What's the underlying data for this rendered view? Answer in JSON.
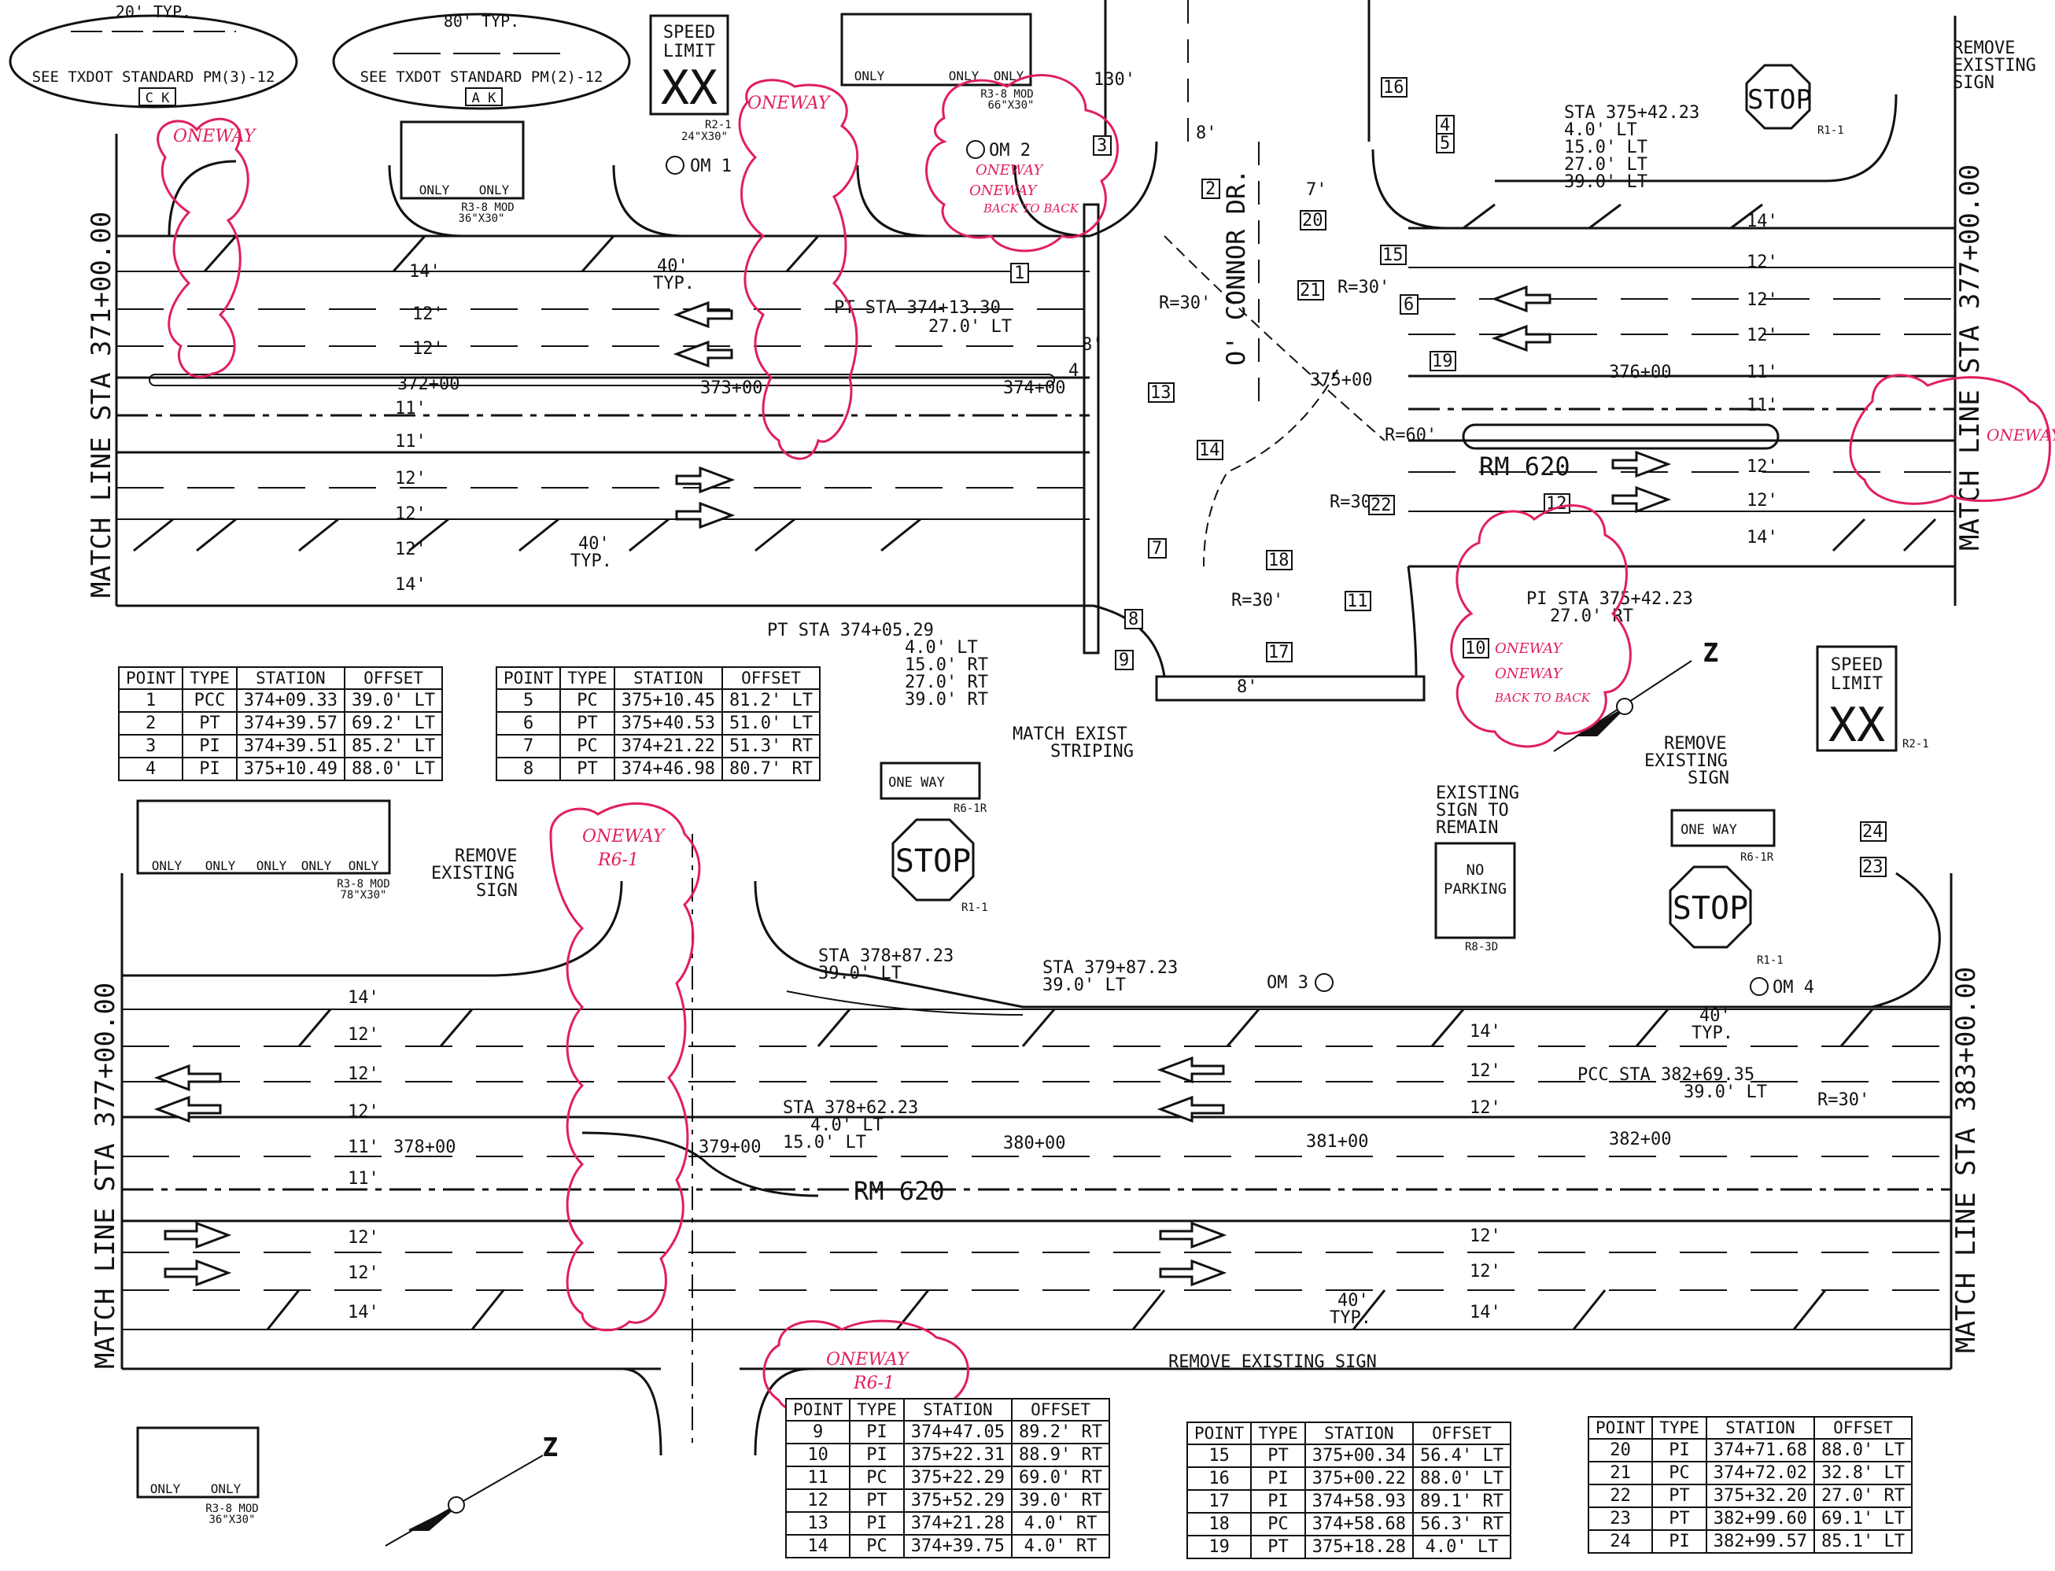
{
  "header_notes": [
    {
      "dim": "20' TYP.",
      "text": "SEE TXDOT STANDARD PM(3)-12",
      "tag": "C K"
    },
    {
      "dim": "80' TYP.",
      "text": "SEE TXDOT STANDARD PM(2)-12",
      "tag": "A K"
    }
  ],
  "match_lines": [
    "MATCH LINE STA 371+00.00",
    "MATCH LINE STA 377+00.00",
    "MATCH LINE STA 377+00.00",
    "MATCH LINE STA 383+00.00"
  ],
  "roads": {
    "cross_street": "O' CONNOR DR.",
    "main_top": "RM 620",
    "main_bottom": "RM 620"
  },
  "signs": {
    "speed_limit": {
      "title": "SPEED LIMIT",
      "value": "XX",
      "code": "R2-1",
      "size": "24\"X30\""
    },
    "stop": {
      "text": "STOP",
      "code": "R1-1"
    },
    "one_way": {
      "text": "ONE WAY",
      "code": "R6-1R"
    },
    "no_parking": {
      "text": "NO PARKING",
      "code": "R8-3D"
    },
    "only": "ONLY",
    "r38_36": {
      "code": "R3-8 MOD",
      "size": "36\"X30\""
    },
    "r38_66": {
      "code": "R3-8 MOD",
      "size": "66\"X30\""
    },
    "r38_78": {
      "code": "R3-8 MOD",
      "size": "78\"X30\""
    }
  },
  "stations_top": [
    "372+00",
    "373+00",
    "374+00",
    "375+00",
    "376+00"
  ],
  "stations_bottom": [
    "378+00",
    "379+00",
    "380+00",
    "381+00",
    "382+00"
  ],
  "callouts": {
    "pt_374_13": [
      "PT STA 374+13.30",
      "27.0' LT"
    ],
    "pt_374_05": [
      "PT STA 374+05.29",
      "4.0' LT",
      "15.0' RT",
      "27.0' RT",
      "39.0' RT"
    ],
    "sta_375_42": [
      "STA 375+42.23",
      "4.0' LT",
      "15.0' LT",
      "27.0' LT",
      "39.0' LT"
    ],
    "pi_375_42": [
      "PI STA 375+42.23",
      "27.0' RT"
    ],
    "sta_378_87": [
      "STA 378+87.23",
      "39.0' LT"
    ],
    "sta_379_87": [
      "STA 379+87.23",
      "39.0' LT"
    ],
    "sta_378_62": [
      "STA 378+62.23",
      "4.0' LT",
      "15.0' LT"
    ],
    "pcc_382_69": [
      "PCC STA 382+69.35",
      "39.0' LT"
    ]
  },
  "notes": {
    "remove_existing_sign": "REMOVE EXISTING SIGN",
    "match_exist_striping": "MATCH EXIST STRIPING",
    "existing_sign_to_remain": "EXISTING SIGN TO REMAIN"
  },
  "radii": [
    "R=30'",
    "R=30'",
    "R=60'",
    "R=30'",
    "R=30'",
    "R=30'"
  ],
  "dims": {
    "d40typ": "40' TYP.",
    "d130": "130'",
    "d8": "8'",
    "d7": "7'",
    "d4": "4"
  },
  "om_labels": [
    "OM 1",
    "OM 2",
    "OM 3",
    "OM 4"
  ],
  "redlines": {
    "oneway": "ONEWAY",
    "oneway_r61": [
      "ONEWAY",
      "R6-1"
    ],
    "oneway_back": [
      "ONEWAY",
      "ONEWAY",
      "BACK TO BACK"
    ]
  },
  "table_headers": [
    "POINT",
    "TYPE",
    "STATION",
    "OFFSET"
  ],
  "tables": [
    [
      [
        "1",
        "PCC",
        "374+09.33",
        "39.0' LT"
      ],
      [
        "2",
        "PT",
        "374+39.57",
        "69.2' LT"
      ],
      [
        "3",
        "PI",
        "374+39.51",
        "85.2' LT"
      ],
      [
        "4",
        "PI",
        "375+10.49",
        "88.0' LT"
      ]
    ],
    [
      [
        "5",
        "PC",
        "375+10.45",
        "81.2' LT"
      ],
      [
        "6",
        "PT",
        "375+40.53",
        "51.0' LT"
      ],
      [
        "7",
        "PC",
        "374+21.22",
        "51.3' RT"
      ],
      [
        "8",
        "PT",
        "374+46.98",
        "80.7' RT"
      ]
    ],
    [
      [
        "9",
        "PI",
        "374+47.05",
        "89.2' RT"
      ],
      [
        "10",
        "PI",
        "375+22.31",
        "88.9' RT"
      ],
      [
        "11",
        "PC",
        "375+22.29",
        "69.0' RT"
      ],
      [
        "12",
        "PT",
        "375+52.29",
        "39.0' RT"
      ],
      [
        "13",
        "PI",
        "374+21.28",
        "4.0' RT"
      ],
      [
        "14",
        "PC",
        "374+39.75",
        "4.0' RT"
      ]
    ],
    [
      [
        "15",
        "PT",
        "375+00.34",
        "56.4' LT"
      ],
      [
        "16",
        "PI",
        "375+00.22",
        "88.0' LT"
      ],
      [
        "17",
        "PI",
        "374+58.93",
        "89.1' RT"
      ],
      [
        "18",
        "PC",
        "374+58.68",
        "56.3' RT"
      ],
      [
        "19",
        "PT",
        "375+18.28",
        "4.0' LT"
      ]
    ],
    [
      [
        "20",
        "PI",
        "374+71.68",
        "88.0' LT"
      ],
      [
        "21",
        "PC",
        "374+72.02",
        "32.8' LT"
      ],
      [
        "22",
        "PT",
        "375+32.20",
        "27.0' RT"
      ],
      [
        "23",
        "PT",
        "382+99.60",
        "69.1' LT"
      ],
      [
        "24",
        "PI",
        "382+99.57",
        "85.1' LT"
      ]
    ]
  ]
}
